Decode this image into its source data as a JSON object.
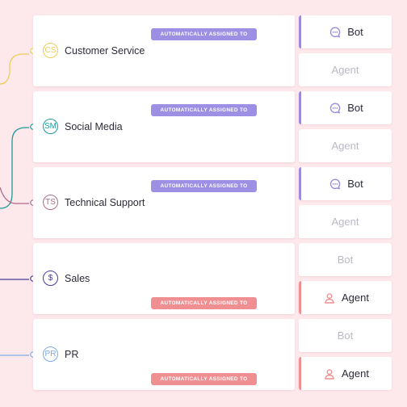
{
  "colors": {
    "bot_accent": "#9a8bdc",
    "agent_accent": "#ee8f92",
    "badge_bot": "#9d8fe3",
    "badge_agent": "#f08f92",
    "inactive_text": "#b9b9c4"
  },
  "routes": [
    {
      "abbr": "CS",
      "name": "Customer Service",
      "color": "#f2cc55",
      "badge": "AUTOMATICALLY ASSIGNED TO",
      "assigned": "bot",
      "bot_label": "Bot",
      "agent_label": "Agent"
    },
    {
      "abbr": "SM",
      "name": "Social Media",
      "color": "#1f9a9a",
      "badge": "AUTOMATICALLY ASSIGNED TO",
      "assigned": "bot",
      "bot_label": "Bot",
      "agent_label": "Agent"
    },
    {
      "abbr": "TS",
      "name": "Technical Support",
      "color": "#b06a88",
      "badge": "AUTOMATICALLY ASSIGNED TO",
      "assigned": "bot",
      "bot_label": "Bot",
      "agent_label": "Agent"
    },
    {
      "abbr": "$",
      "name": "Sales",
      "color": "#4a3a9a",
      "badge": "AUTOMATICALLY ASSIGNED TO",
      "assigned": "agent",
      "bot_label": "Bot",
      "agent_label": "Agent"
    },
    {
      "abbr": "PR",
      "name": "PR",
      "color": "#7aaae8",
      "badge": "AUTOMATICALLY ASSIGNED TO",
      "assigned": "agent",
      "bot_label": "Bot",
      "agent_label": "Agent"
    }
  ],
  "icons": {
    "bot": "chat-bubble-icon",
    "agent": "person-icon"
  }
}
